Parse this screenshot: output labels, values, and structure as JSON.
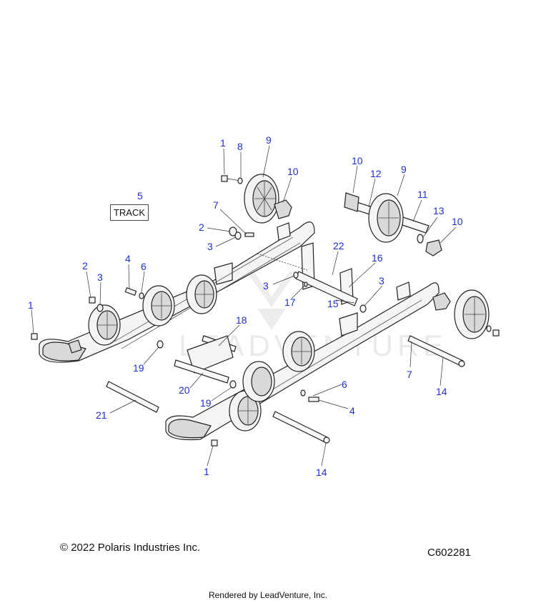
{
  "track_label": "TRACK",
  "copyright": "© 2022 Polaris Industries Inc.",
  "diagram_id": "C602281",
  "rendered_by": "Rendered by LeadVenture, Inc.",
  "watermark": "LEADVENTURE",
  "callouts": {
    "c1_a": "1",
    "c8": "8",
    "c9_a": "9",
    "c10_a": "10",
    "c10_b": "10",
    "c12": "12",
    "c9_b": "9",
    "c11": "11",
    "c13": "13",
    "c10_c": "10",
    "c5": "5",
    "c7_a": "7",
    "c2_a": "2",
    "c3_a": "3",
    "c22": "22",
    "c16": "16",
    "c2_b": "2",
    "c4_a": "4",
    "c6_a": "6",
    "c3_b": "3",
    "c3_c": "3",
    "c3_d": "3",
    "c17": "17",
    "c15": "15",
    "c1_b": "1",
    "c18": "18",
    "c19_a": "19",
    "c7_b": "7",
    "c6_b": "6",
    "c14_a": "14",
    "c20": "20",
    "c19_b": "19",
    "c4_b": "4",
    "c21": "21",
    "c1_c": "1",
    "c14_b": "14"
  }
}
